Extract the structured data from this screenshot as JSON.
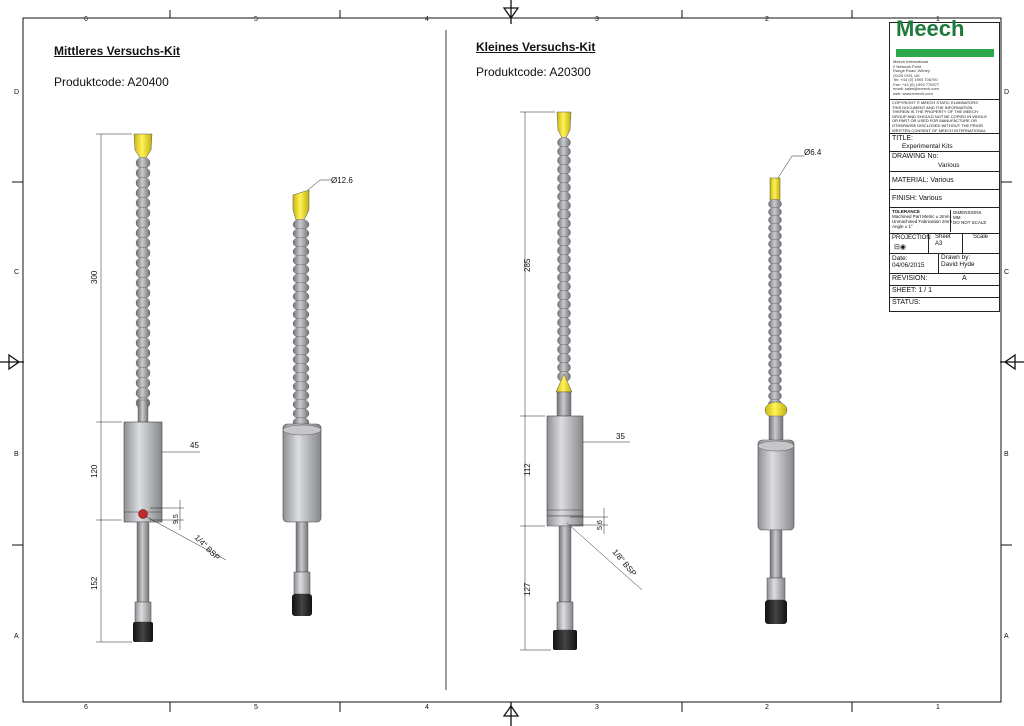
{
  "border": {
    "top_numbers": [
      "6",
      "5",
      "4",
      "3",
      "2",
      "1"
    ],
    "bottom_numbers": [
      "6",
      "5",
      "4",
      "3",
      "2",
      "1"
    ],
    "left_letters": [
      "D",
      "C",
      "B",
      "A"
    ],
    "right_letters": [
      "D",
      "C",
      "B",
      "A"
    ]
  },
  "left_kit": {
    "heading": "Mittleres Versuchs-Kit",
    "code": "Produktcode: A20400",
    "dims": {
      "d300": "300",
      "d120": "120",
      "d152": "152",
      "d45": "45",
      "d95": "9.5",
      "thread": "1/4\" BSP",
      "dia": "Ø12.6"
    }
  },
  "right_kit": {
    "heading": "Kleines Versuchs-Kit",
    "code": "Produktcode: A20300",
    "dims": {
      "d285": "285",
      "d112": "112",
      "d127": "127",
      "d35": "35",
      "d56": "5.6",
      "thread": "1/8\" BSP",
      "dia": "Ø6.4"
    }
  },
  "title_block": {
    "logo": "Meech",
    "address": "Meech International\n2 Network Point\nRange Road, Witney\nOX29 0YN, UK\nTel: +44 (0) 1993 706700\nFax: +44 (0) 1993 776977\nemail: sales@meech.com\nweb: www.meech.com",
    "copyright": "COPYRIGHT © MEECH STATIC ELIMINATORS\nTHIS DOCUMENT AND THE INFORMATION\nTHEREIN IS THE PROPERTY OF THE MEECH\nGROUP AND SHOULD NOT BE COPIED IN WHOLE\nOR PART OR USED FOR MANUFACTURE OR\nOTHERWISE DISCLOSED WITHOUT THE PRIOR\nWRITTEN CONSENT OF MEECH INTERNATIONAL",
    "title_label": "TITLE:",
    "title_value": "Experimental Kits",
    "drawing_label": "DRAWING No:",
    "drawing_value": "Various",
    "material": "MATERIAL:  Various",
    "finish": "FINISH:  Various",
    "tolerance_label": "TOLERANCE",
    "tolerance_lines": "Machined Part Metric ± 2mm\nUnmachined Fabrication 2mm\nAngle ± 1°",
    "dimensions_note": "DIMENSIONS\nMM\nDO NOT SCALE",
    "projection": "PROJECTION",
    "sheet_label": "Sheet",
    "sheet_value": "A3",
    "scale_label": "Scale",
    "date_label": "Date:",
    "date_value": "04/06/2015",
    "drawn_label": "Drawn by:",
    "drawn_value": "David Hyde",
    "revision_label": "REVISION:",
    "revision_value": "A",
    "sheet_no": "SHEET: 1 / 1",
    "status": "STATUS:"
  },
  "colors": {
    "yellow": "#f2e21a",
    "hose": "#a8aaae",
    "body": "#b9babd",
    "dark": "#2a2a2a",
    "red": "#c0282a",
    "green": "#1e7a3c"
  }
}
